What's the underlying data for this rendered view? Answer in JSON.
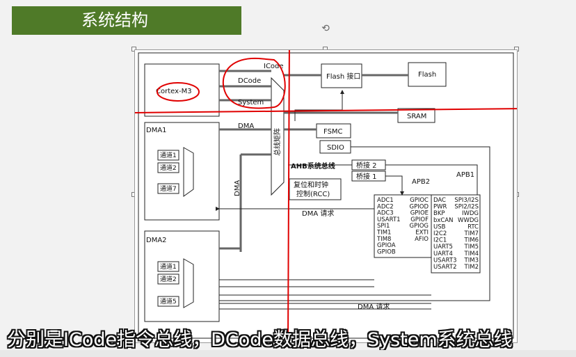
{
  "title": "系统结构",
  "subtitle": "分别是ICode指令总线，DCode数据总线，System系统总线",
  "diagram": {
    "cortex": "Cortex-M3",
    "icode": "ICode",
    "dcode": "DCode",
    "system": "System",
    "flash_if": "Flash 接口",
    "flash": "Flash",
    "sram": "SRAM",
    "fsmc": "FSMC",
    "sdio": "SDIO",
    "dma1": "DMA1",
    "dma2": "DMA2",
    "dma_bus": "DMA",
    "dma_vertical": "DMA",
    "bus_matrix": "总线矩阵",
    "ahb": "AHB系统总线",
    "bridge2": "桥接 2",
    "bridge1": "桥接 1",
    "apb2": "APB2",
    "apb1": "APB1",
    "rcc_line1": "复位和时钟",
    "rcc_line2": "控制(RCC)",
    "dma_req": "DMA 请求",
    "ch1": "通道1",
    "ch2": "通道2",
    "ch7": "通道7",
    "ch5": "通道5",
    "dots": "·",
    "apb2_left": [
      "ADC1",
      "ADC2",
      "ADC3",
      "USART1",
      "SPI1",
      "TIM1",
      "TIM8",
      "GPIOA",
      "GPIOB"
    ],
    "apb2_right": [
      "GPIOC",
      "GPIOD",
      "GPIOE",
      "GPIOF",
      "GPIOG",
      "EXTI",
      "AFIO"
    ],
    "apb1_left": [
      "DAC",
      "PWR",
      "BKP",
      "bxCAN",
      "USB",
      "I2C2",
      "I2C1",
      "UART5",
      "UART4",
      "USART3",
      "USART2"
    ],
    "apb1_right": [
      "SPI3/I2S",
      "SPI2/I2S",
      "IWDG",
      "WWDG",
      "RTC",
      "TIM7",
      "TIM6",
      "TIM5",
      "TIM4",
      "TIM3",
      "TIM2"
    ]
  },
  "colors": {
    "title_bg": "#4f7a28",
    "annotation": "#e00000"
  }
}
